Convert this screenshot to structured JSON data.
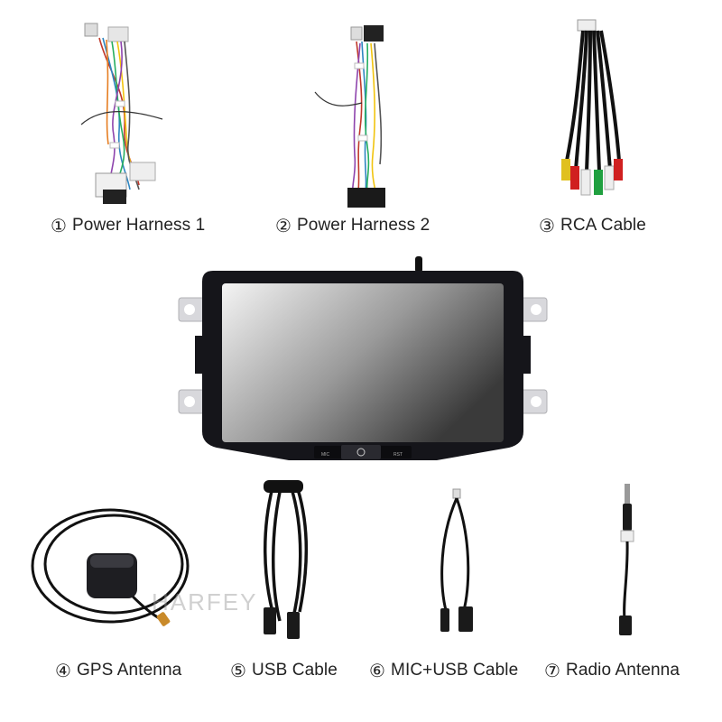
{
  "items": [
    {
      "number": "①",
      "label": "Power Harness 1"
    },
    {
      "number": "②",
      "label": "Power Harness 2"
    },
    {
      "number": "③",
      "label": "RCA Cable"
    },
    {
      "number": "④",
      "label": "GPS Antenna"
    },
    {
      "number": "⑤",
      "label": "USB Cable"
    },
    {
      "number": "⑥",
      "label": "MIC+USB Cable"
    },
    {
      "number": "⑦",
      "label": "Radio Antenna"
    }
  ],
  "head_unit": {
    "left_button": "MIC",
    "right_button": "RST"
  },
  "watermark": "HARFEY",
  "colors": {
    "bezel": "#15151a",
    "bracket": "#d8d8dc",
    "cable": "#111111"
  }
}
